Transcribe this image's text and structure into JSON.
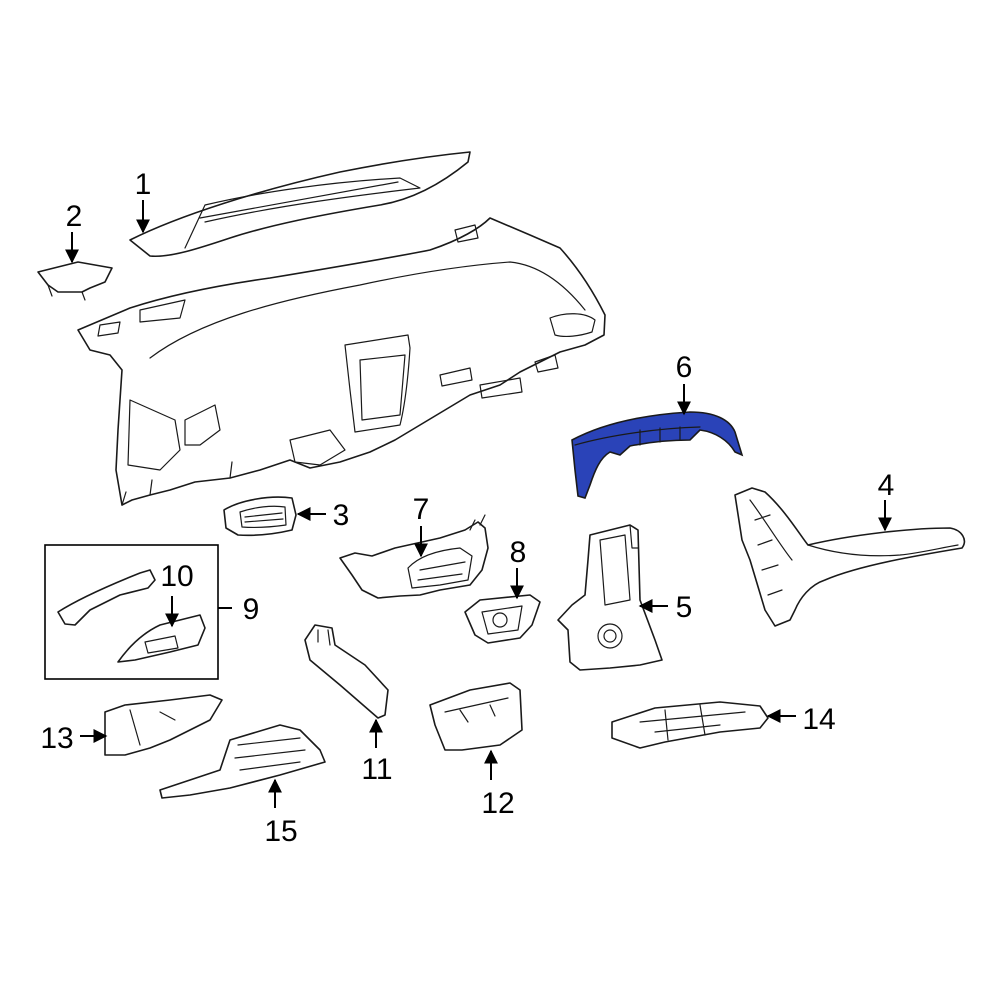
{
  "diagram": {
    "highlight_color": "#2a43b8",
    "callouts": {
      "c1": "1",
      "c2": "2",
      "c3": "3",
      "c4": "4",
      "c5": "5",
      "c6": "6",
      "c7": "7",
      "c8": "8",
      "c9": "9",
      "c10": "10",
      "c11": "11",
      "c12": "12",
      "c13": "13",
      "c14": "14",
      "c15": "15"
    }
  }
}
